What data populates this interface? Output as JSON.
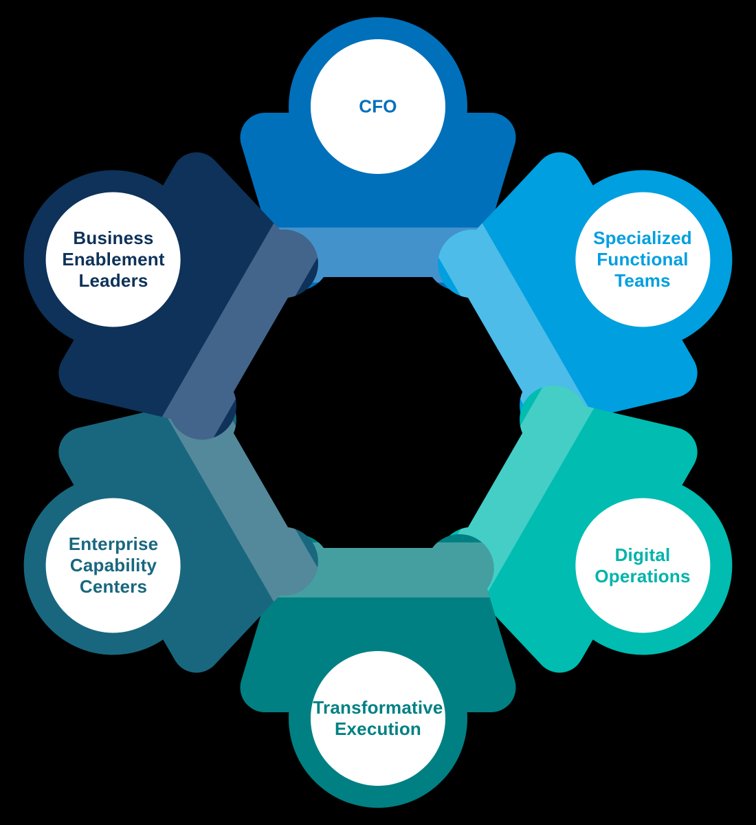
{
  "background_color": "#000000",
  "diagram": {
    "type": "circular-cycle",
    "badge_fill": "#FFFFFF",
    "nodes": [
      {
        "id": "cfo",
        "label": "CFO",
        "main_color": "#0070BA",
        "band_color": "#4492CC",
        "text_color": "#0070BA"
      },
      {
        "id": "specialized-functional-teams",
        "label": "Specialized Functional Teams",
        "main_color": "#009FE0",
        "band_color": "#4DBCE9",
        "text_color": "#009FE0"
      },
      {
        "id": "digital-operations",
        "label": "Digital Operations",
        "main_color": "#00BCB1",
        "band_color": "#45CEC6",
        "text_color": "#00B3AA"
      },
      {
        "id": "transformative-execution",
        "label": "Transformative Execution",
        "main_color": "#008083",
        "band_color": "#459FA0",
        "text_color": "#008083"
      },
      {
        "id": "enterprise-capability-centers",
        "label": "Enterprise Capability Centers",
        "main_color": "#19677E",
        "band_color": "#54899B",
        "text_color": "#19677E"
      },
      {
        "id": "business-enablement-leaders",
        "label": "Business Enablement Leaders",
        "main_color": "#0E3259",
        "band_color": "#44658B",
        "text_color": "#0E3259"
      }
    ]
  }
}
